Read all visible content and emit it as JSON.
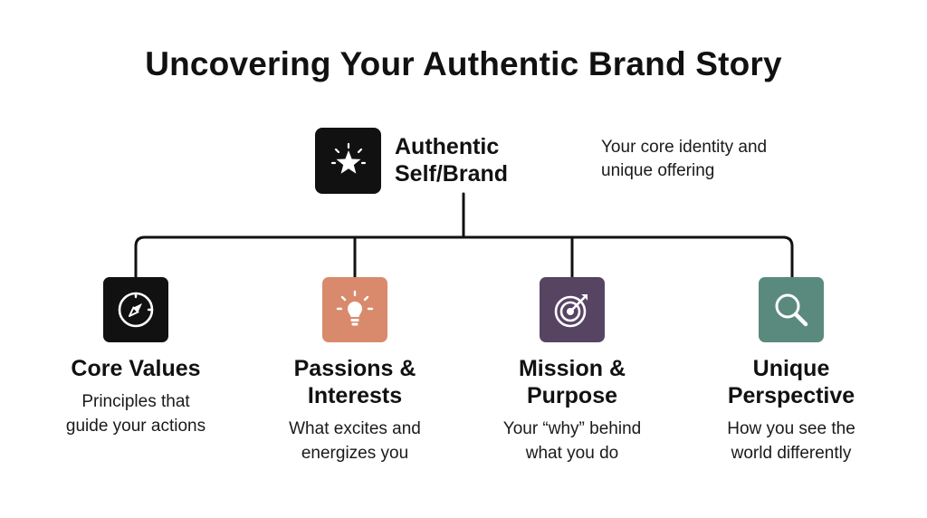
{
  "title": "Uncovering Your Authentic Brand Story",
  "root": {
    "label_line1": "Authentic",
    "label_line2": "Self/Brand",
    "desc_line1": "Your core identity and",
    "desc_line2": "unique offering",
    "icon": "star-icon",
    "color": "#111111"
  },
  "children": [
    {
      "label_line1": "Core Values",
      "label_line2": "",
      "desc_line1": "Principles that",
      "desc_line2": "guide your actions",
      "icon": "compass-icon",
      "color": "#111111"
    },
    {
      "label_line1": "Passions &",
      "label_line2": "Interests",
      "desc_line1": "What excites and",
      "desc_line2": "energizes you",
      "icon": "lightbulb-icon",
      "color": "#D98A6C"
    },
    {
      "label_line1": "Mission &",
      "label_line2": "Purpose",
      "desc_line1": "Your “why” behind",
      "desc_line2": "what you do",
      "icon": "target-icon",
      "color": "#574463"
    },
    {
      "label_line1": "Unique",
      "label_line2": "Perspective",
      "desc_line1": "How you see the",
      "desc_line2": "world differently",
      "icon": "magnifier-icon",
      "color": "#5A8A7D"
    }
  ]
}
